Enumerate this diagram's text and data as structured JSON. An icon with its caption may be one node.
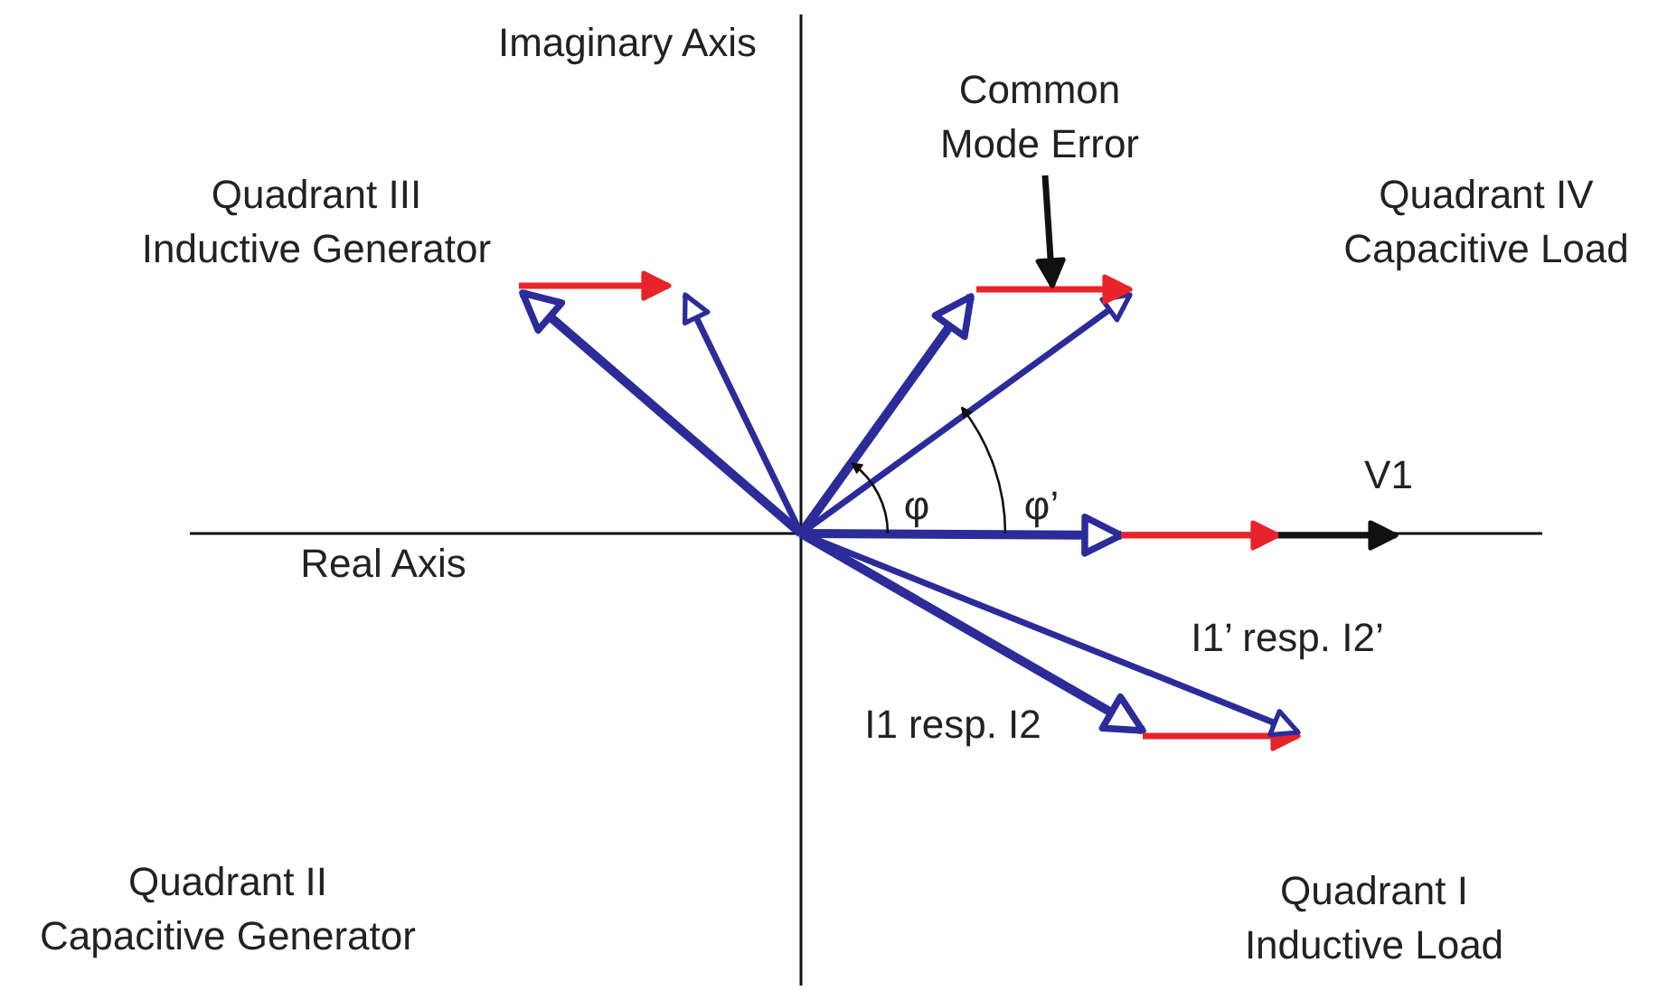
{
  "diagram": {
    "nodes": [
      {
        "text": [
          "Common Mode Error"
        ]
      },
      {
        "text": [],
        "shape": "arrow"
      }
    ],
    "edges": [
      {
        "from": 0,
        "to": 1,
        "arrow": "to"
      }
    ],
    "labels": [
      "Imaginary Axis",
      "Quadrant III Inductive Generator",
      "Quadrant IV Capacitive Load",
      "φ",
      "φ’",
      "V1",
      "Real Axis",
      "I1’ resp. I2’",
      "I1 resp. I2",
      "Quadrant II Capacitive Generator",
      "Quadrant I Inductive Load"
    ]
  }
}
